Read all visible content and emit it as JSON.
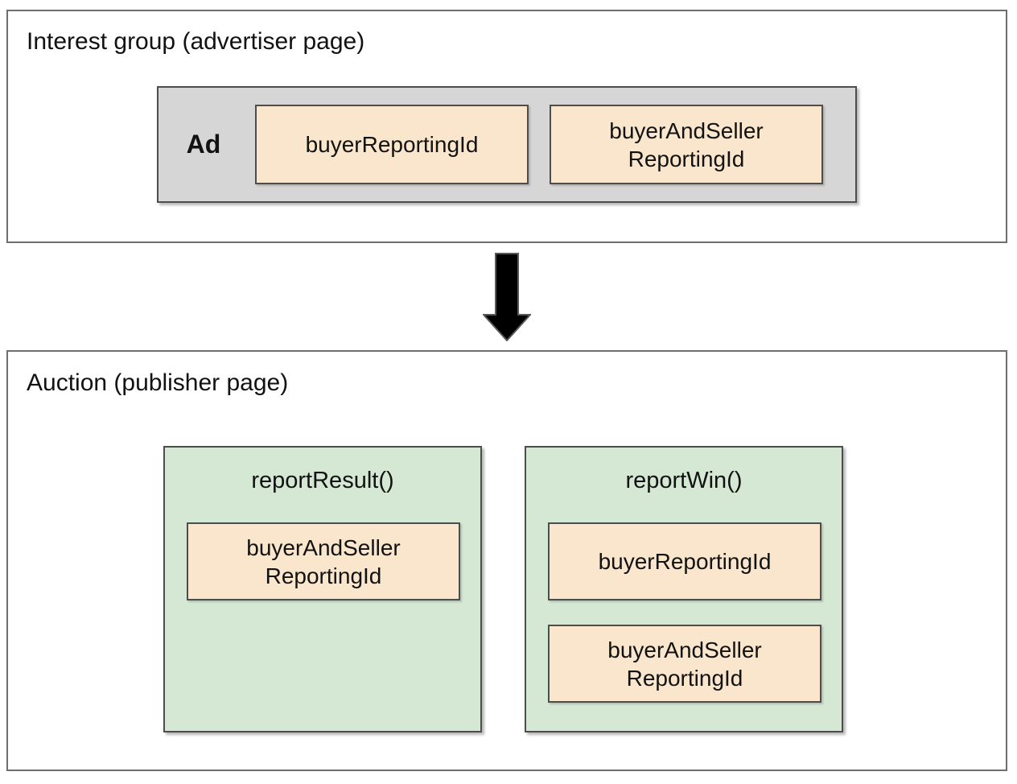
{
  "colors": {
    "panel_border": "#6e6e6e",
    "inner_border": "#4d4d4d",
    "ad_fill": "#d6d6d6",
    "field_fill": "#fae6cc",
    "function_fill": "#d5e8d4",
    "arrow_fill": "#000000",
    "arrow_stroke": "#595959",
    "text": "#121212",
    "background": "#ffffff"
  },
  "interest_group": {
    "title": "Interest group (advertiser page)",
    "ad_label": "Ad",
    "fields": [
      {
        "label": "buyerReportingId"
      },
      {
        "label": "buyerAndSeller\nReportingId"
      }
    ]
  },
  "arrow": {
    "name": "down-arrow",
    "direction": "down"
  },
  "auction": {
    "title": "Auction (publisher page)",
    "functions": [
      {
        "name": "reportResult()",
        "fields": [
          {
            "label": "buyerAndSeller\nReportingId"
          }
        ]
      },
      {
        "name": "reportWin()",
        "fields": [
          {
            "label": "buyerReportingId"
          },
          {
            "label": "buyerAndSeller\nReportingId"
          }
        ]
      }
    ]
  }
}
